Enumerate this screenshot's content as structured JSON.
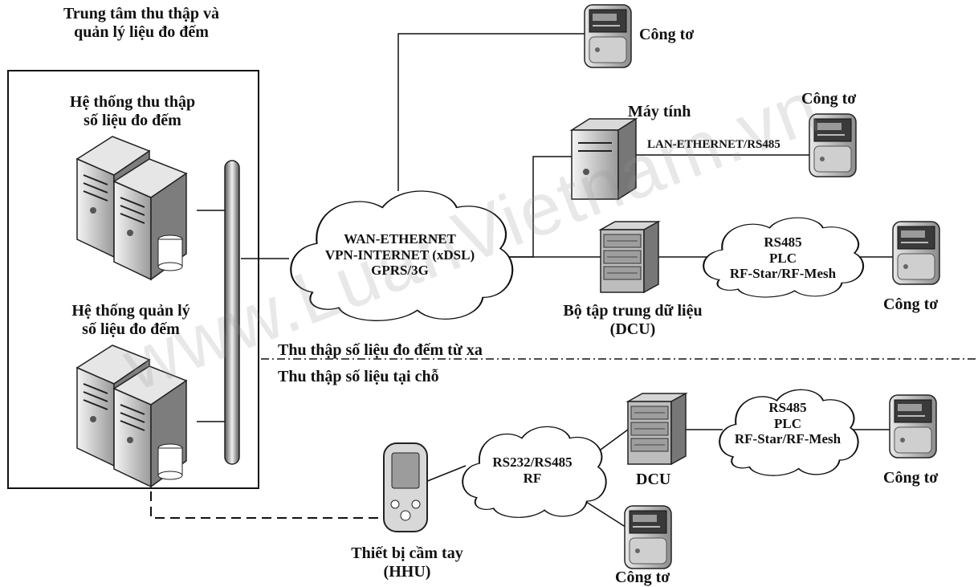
{
  "center_title": [
    "Trung tâm thu thập và",
    "quản lý liệu đo đếm"
  ],
  "collection_system": [
    "Hệ thống thu thập",
    "số liệu đo đếm"
  ],
  "management_system": [
    "Hệ thống quản lý",
    "số liệu đo đếm"
  ],
  "wan_cloud": [
    "WAN-ETHERNET",
    "VPN-INTERNET (xDSL)",
    "GPRS/3G"
  ],
  "computer_label": "Máy tính",
  "lan_label": "LAN-ETHERNET/RS485",
  "meter_label": "Công tơ",
  "dcu_remote": [
    "Bộ tập trung dữ liệu",
    "(DCU)"
  ],
  "rs485_cloud": [
    "RS485",
    "PLC",
    "RF-Star/RF-Mesh"
  ],
  "remote_section": "Thu thập số liệu đo đếm từ xa",
  "local_section": "Thu thập số liệu tại chỗ",
  "dcu_local": "DCU",
  "rs232_cloud": [
    "RS232/RS485",
    "RF"
  ],
  "hhu_label": [
    "Thiết bị cầm tay",
    "(HHU)"
  ],
  "watermark": "www.LuanVietnam.vn"
}
